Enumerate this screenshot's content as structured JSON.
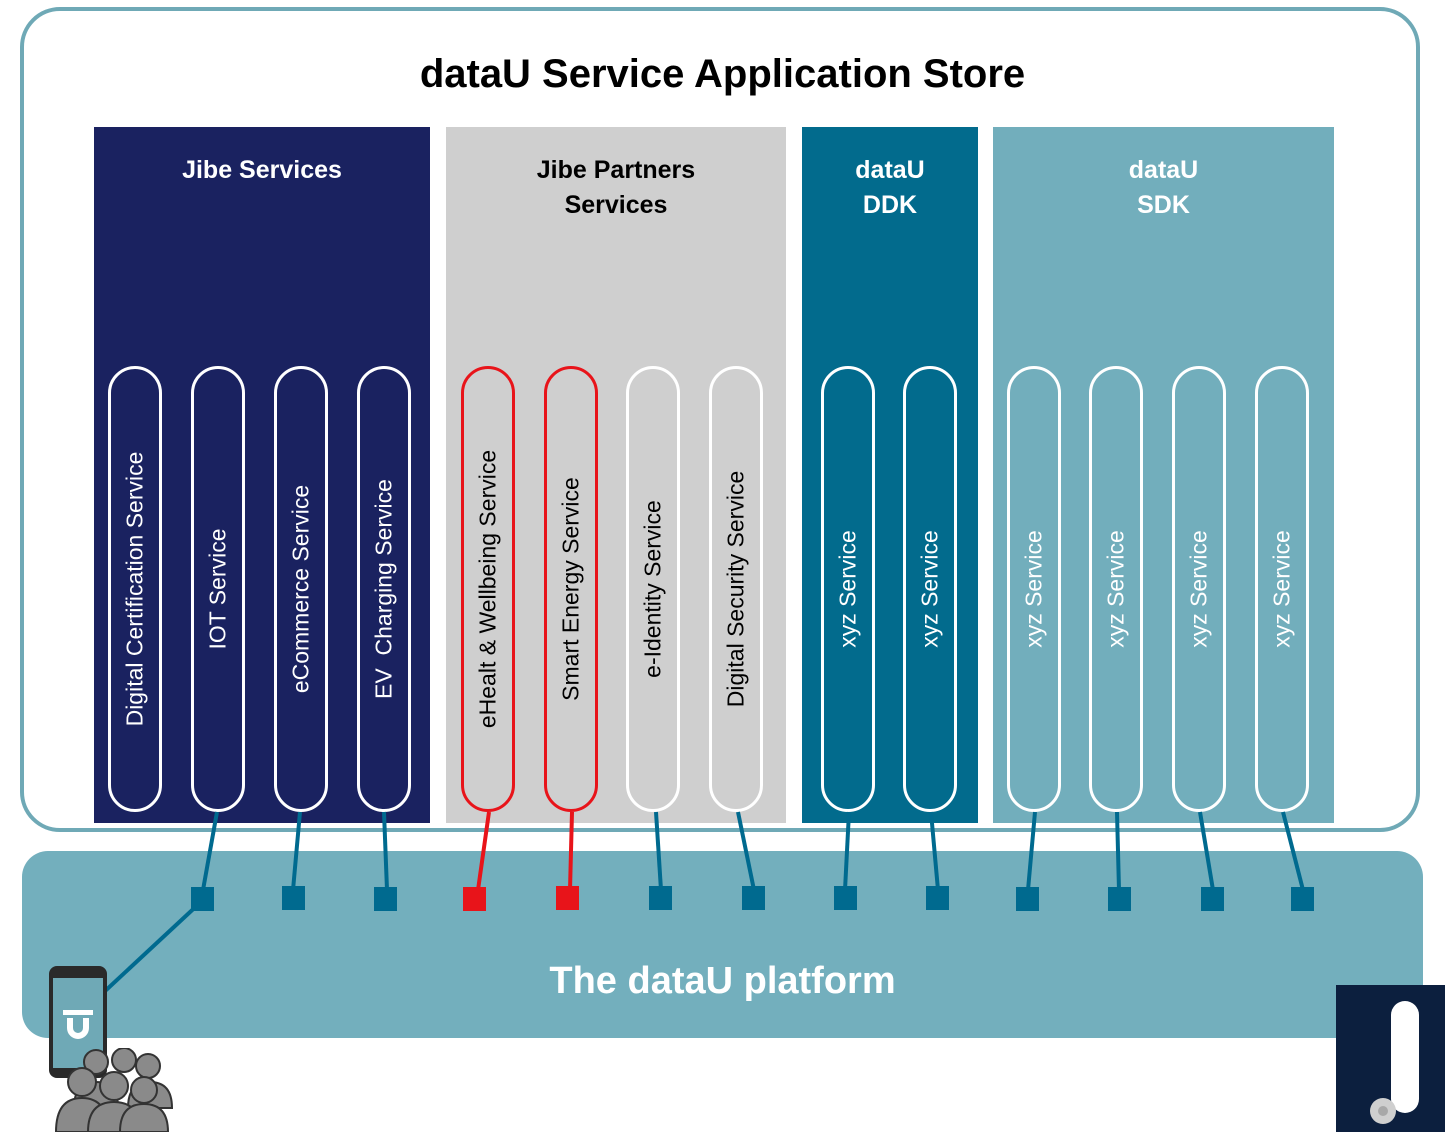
{
  "title": "dataU Service Application Store",
  "platform_label": "The dataU platform",
  "colors": {
    "frame": "#6fa9b6",
    "platform": "#73afbd",
    "jibe_services": "#1a2260",
    "jibe_partners": "#cfcfcf",
    "ddk": "#026b8d",
    "sdk": "#72aebc",
    "highlight": "#e8141a",
    "connector": "#006a8f"
  },
  "groups": [
    {
      "title_lines": [
        "Jibe Services"
      ],
      "services": [
        "Digital Certification Service",
        "IOT Service",
        "eCommerce Service",
        "EV  Charging Service"
      ]
    },
    {
      "title_lines": [
        "Jibe Partners",
        "Services"
      ],
      "services": [
        "eHealt & Wellbeing Service",
        "Smart Energy Service",
        "e-Identity Service",
        "Digital Security Service"
      ]
    },
    {
      "title_lines": [
        "dataU",
        "DDK"
      ],
      "services": [
        "xyz Service",
        "xyz Service"
      ]
    },
    {
      "title_lines": [
        "dataU",
        "SDK"
      ],
      "services": [
        "xyz Service",
        "xyz Service",
        "xyz Service",
        "xyz Service"
      ]
    }
  ],
  "highlighted_services": [
    "eHealt & Wellbeing Service",
    "Smart Energy Service"
  ],
  "icons": {
    "phone": "smartphone-icon",
    "users": "user-group-icon",
    "logo": "logo-badge-icon"
  }
}
